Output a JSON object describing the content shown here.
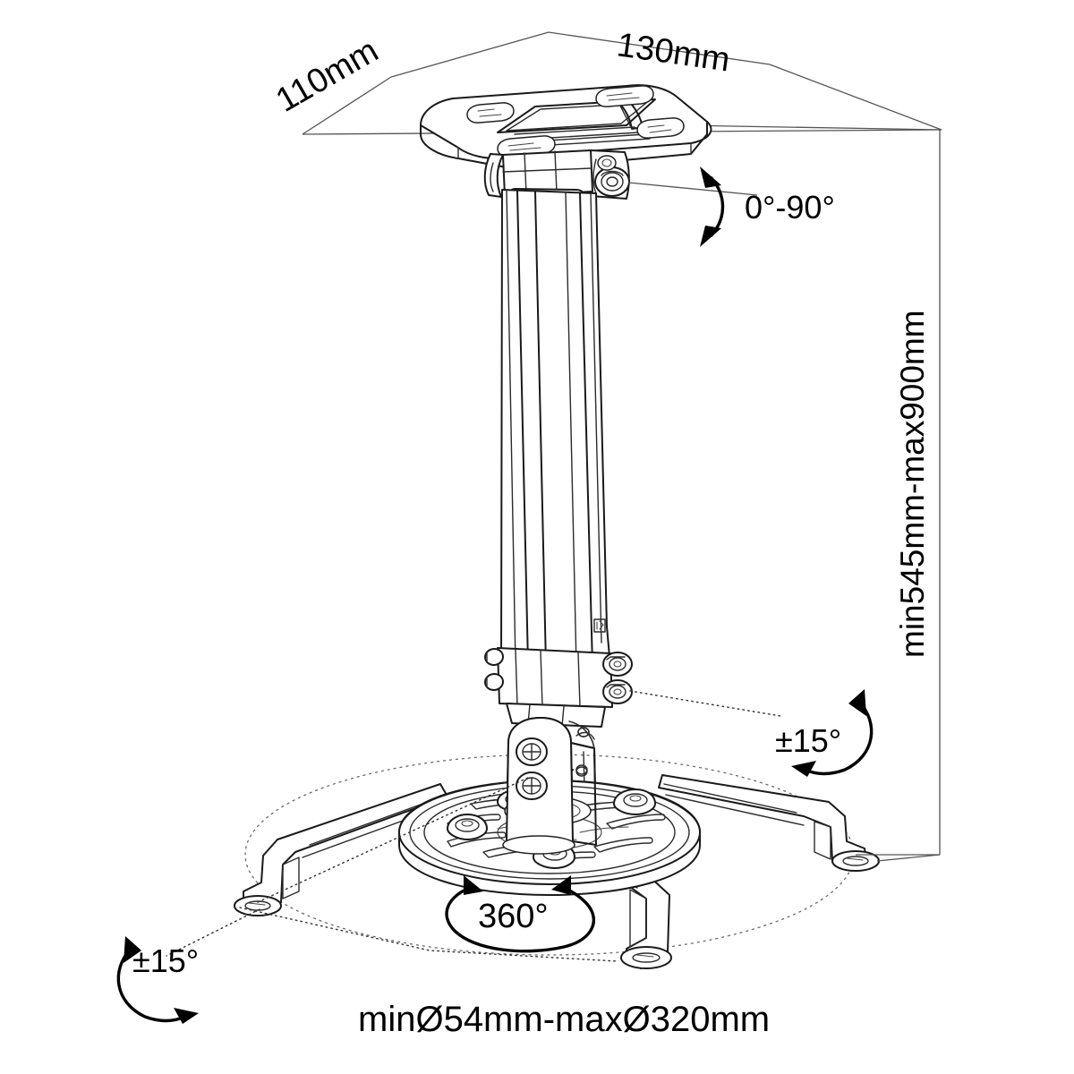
{
  "drawing": {
    "title": "Projector ceiling mount dimensional drawing",
    "subject": "universal-ceiling-projector-mount",
    "line_color": "#1a1a1a",
    "dim_color": "#555555",
    "background": "#ffffff"
  },
  "dimensions": {
    "plate_width": "130mm",
    "plate_depth": "110mm",
    "drop_height": "min545mm-max900mm",
    "spread": "minØ54mm-maxØ320mm"
  },
  "angles": {
    "ceiling_swivel": "0°-90°",
    "tilt_right": "±15°",
    "tilt_left": "±15°",
    "rotation": "360°"
  },
  "labels": {
    "width_label": "130mm",
    "depth_label": "110mm",
    "height_label": "min545mm-max900mm",
    "spread_label": "minØ54mm-maxØ320mm",
    "swivel_label": "0°-90°",
    "tilt_right_label": "±15°",
    "tilt_left_label": "±15°",
    "rotation_label": "360°"
  },
  "parts": {
    "ceiling_plate": "ceiling-mounting-plate",
    "upper_joint": "upper-swivel-joint",
    "collar": "locking-collar",
    "extension_column": "telescoping-extension-column",
    "lower_joint": "lower-tilt-joint",
    "hub_disc": "projector-hub-disc",
    "arms": "adjustable-spider-arms",
    "arm_count": 4
  }
}
